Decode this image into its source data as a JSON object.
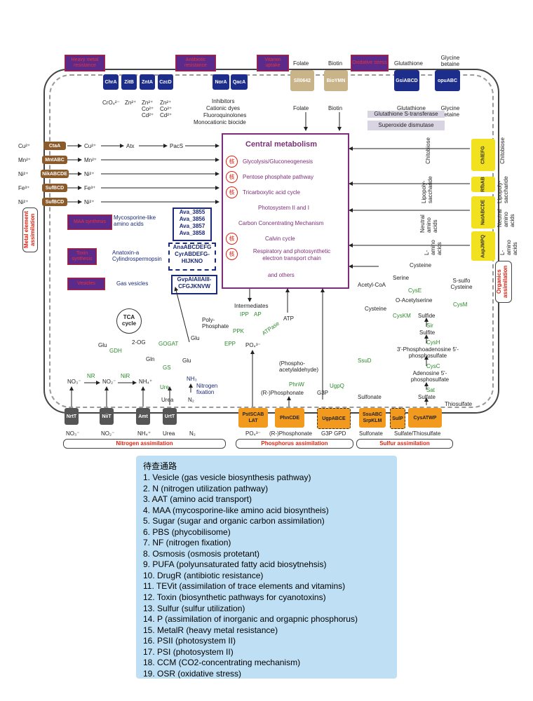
{
  "diagram": {
    "central": {
      "title": "Central metabolism",
      "pathways": [
        "Glycolysis/Gluconeogenesis",
        "Pentose phosphate pathway",
        "Tricarboxylic acid cycle",
        "Photosystem II and I",
        "Carbon Concentrating Mechanism",
        "Calvin cycle",
        "Respiratory and photosynthetic electron transport chain",
        "and others"
      ],
      "marker": "核"
    },
    "top_proteins": [
      "ChrA",
      "ZitB",
      "ZntA",
      "CzcD",
      "NorA",
      "QacA",
      "Sll0642",
      "BioYMN",
      "GsiABCD",
      "opuABC"
    ],
    "top_labels": {
      "folate": "Folate",
      "biotin": "Biotin",
      "glutathione": "Glutathione",
      "glycine_betaine": "Glycine betaine",
      "chromate": "CrO₄²⁻",
      "zinc": "Zn²⁺",
      "zinc_cobalt_cd": "Zn²⁺ Co²⁺ Cd²⁺",
      "inhibitors": "Inhibitors",
      "cationic_dyes": "Cationic dyes",
      "fluoroquinolones": "Fluoroquinolones",
      "monocationic": "Monocationic biocide",
      "glutathione_transferase": "Glutathione S-transferase",
      "superoxide_dismutase": "Superoxide dismutase"
    },
    "metal": {
      "proteins": [
        "CtaA",
        "MntABC",
        "NikABCDE",
        "SufBCD",
        "SufBCD"
      ],
      "ions": [
        "Cu²⁺",
        "Mn²⁺",
        "Ni²⁺",
        "Fe³⁺",
        "Ni²⁺"
      ],
      "atx": "Atx",
      "pacs": "PacS",
      "assimilation": "Metal element assimilation"
    },
    "mid_left": {
      "maa_genes": "Ava_3855 Ava_3856 Ava_3857 Ava_3858",
      "maa_label": "Mycosporine-like amino acids",
      "toxin_genes": "AnaABCDEFG CyrABDEFG- HIJKNO",
      "toxin_label": "Anatoxin-a Cylindrospermopsin",
      "vesicle_genes": "GvpAIAIIAIII- CFGJKNVW",
      "vesicle_label": "Gas vesicles"
    },
    "right_proteins": [
      "ChlEFG",
      "RfbAB",
      "NatABCDE",
      "AapJMPQ"
    ],
    "right_labels": {
      "chitobiose": "Chitobiose",
      "lps": "Lipopoly-saccharide",
      "neutral_aa": "Neutral amino acids",
      "l_aa": "L- amino acids",
      "organics": "Organics assimilation"
    },
    "nitrogen": {
      "tca": "TCA cycle",
      "og": "2-OG",
      "glu": "Glu",
      "gln": "Gln",
      "gdh": "GDH",
      "gogat": "GOGAT",
      "gs": "GS",
      "nr": "NR",
      "nir": "NiR",
      "ure": "Ure",
      "no3": "NO₃⁻",
      "no2": "NO₂⁻",
      "nh4": "NH₄⁺",
      "urea": "Urea",
      "n2": "N₂",
      "nh3": "NH₃",
      "nfix": "Nitrogen fixation",
      "proteins": [
        "NrtT",
        "NiiT",
        "Amt",
        "UrtT"
      ],
      "outside": [
        "NO₃⁻",
        "NO₂⁻",
        "NH₄⁺",
        "Urea",
        "N₂"
      ],
      "title": "Nitrogen assimilation"
    },
    "phosphorus": {
      "intermediates": "Intermediates",
      "polyp": "Poly-Phosphate",
      "ppk": "PPK",
      "epp": "EPP",
      "ipp": "IPP",
      "ap": "AP",
      "atpase": "ATPase",
      "atp": "ATP",
      "po4": "PO₄³⁻",
      "phospho_ald": "(Phospho-acetylaldehyde)",
      "phnw": "PhnW",
      "r_phosphonate": "(R-)Phosphonate",
      "g3p": "G3P",
      "ugpq": "UgpQ",
      "proteins": [
        "PstSCAB LAT",
        "PhnCDE",
        "UgpABCE"
      ],
      "outside": [
        "PO₄³⁻",
        "(R-)Phosphonate",
        "G3P GPD"
      ],
      "title": "Phosphorus assimilation"
    },
    "sulfur": {
      "cysteine": "Cysteine",
      "serine": "Serine",
      "acetylcoa": "Acetyl-CoA",
      "cyse": "CysE",
      "oas": "O-Acetylserine",
      "cysm": "CysM",
      "s_sulfo": "S-sulfo Cysteine",
      "cyskm": "CysKM",
      "sulfide": "Sulfide",
      "sir": "Sir",
      "sulfite": "Sulfite",
      "cysh": "CysH",
      "paps": "3'-Phosphoadenosine 5'-phosphosulfate",
      "cysc": "CysC",
      "aps": "Adenosine 5'-phosphosulfate",
      "sat": "Sat",
      "sulfate": "Sulfate",
      "thiosulfate": "Thiosulfate",
      "sulfonate": "Sulfonate",
      "ssud": "SsuD",
      "proteins": [
        "SsuABC SrpKLM",
        "SulP",
        "CysATWP"
      ],
      "outside": [
        "Sulfonate",
        "Sulfate/Thiosulfate"
      ],
      "title": "Sulfur assimilation"
    },
    "tags": {
      "heavy_metal": "Heavy metal resistance",
      "antibiotic": "Antibiotic resistance",
      "vitamins": "Vitamin uptake",
      "oxidative": "Oxidative stress",
      "maa_tag": "MAA synthesis",
      "toxin_tag": "Toxin synthesis",
      "vesicle_tag": "Vesicles"
    }
  },
  "legend": {
    "title": "待查通路",
    "items": [
      "1. Vesicle (gas vesicle biosynthesis pathway)",
      "2. N (nitrogen utilization pathway)",
      "3. AAT (amino acid transport)",
      "4. MAA (mycosporine-like amino acid biosyntheis)",
      "5. Sugar (sugar and organic carbon assimilation)",
      "6. PBS (phycobilisome)",
      "7. NF (nitrogen fixation)",
      "8. Osmosis (osmosis protetant)",
      "9. PUFA (polyunsaturated fatty acid biosytnehsis)",
      "10. DrugR (antibiotic resistance)",
      "11. TEVit (assimilation of trace elements and vitamins)",
      "12. Toxin (biosynthetic pathways for cyanotoxins)",
      "13. Sulfur (sulfur utilization)",
      "14. P (assimilation of inorganic and orgapnic phosphorus)",
      "15. MetalR (heavy metal resistance)",
      "16. PSII (photosystem II)",
      "17. PSI (photosystem II)",
      "18. CCM (CO2-concentrating mechanism)",
      "19. OSR (oxidative stress)"
    ]
  }
}
